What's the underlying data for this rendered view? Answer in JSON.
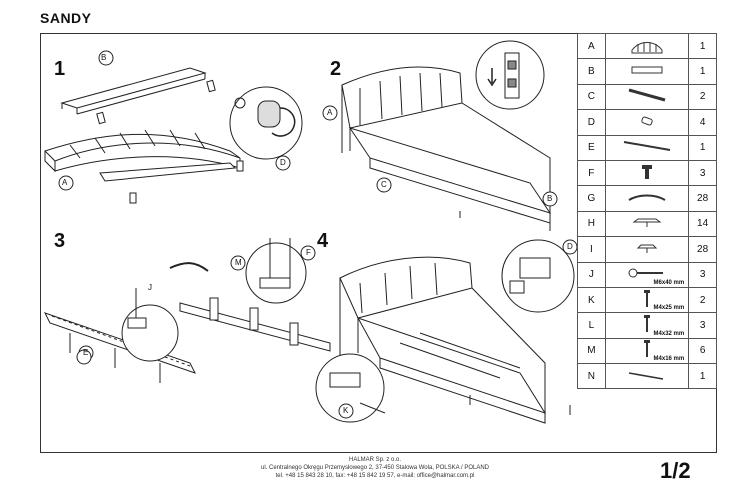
{
  "doc_title": "SANDY",
  "steps": [
    "1",
    "2",
    "3",
    "4"
  ],
  "callouts": [
    "A",
    "B",
    "C",
    "D",
    "E",
    "F",
    "J",
    "K",
    "M"
  ],
  "parts": [
    {
      "letter": "A",
      "qty": "1",
      "icon": "headboard-icon"
    },
    {
      "letter": "B",
      "qty": "1",
      "icon": "footboard-icon"
    },
    {
      "letter": "C",
      "qty": "2",
      "icon": "side-rail-icon"
    },
    {
      "letter": "D",
      "qty": "4",
      "icon": "leg-icon"
    },
    {
      "letter": "E",
      "qty": "1",
      "icon": "center-beam-icon"
    },
    {
      "letter": "F",
      "qty": "3",
      "icon": "support-leg-icon"
    },
    {
      "letter": "G",
      "qty": "28",
      "icon": "slat-icon"
    },
    {
      "letter": "H",
      "qty": "14",
      "icon": "double-slat-holder-icon"
    },
    {
      "letter": "I",
      "qty": "28",
      "icon": "slat-holder-icon"
    },
    {
      "letter": "J",
      "qty": "3",
      "icon": "bolt-icon",
      "size": "M6x40 mm"
    },
    {
      "letter": "K",
      "qty": "2",
      "icon": "screw-icon",
      "size": "M4x25 mm"
    },
    {
      "letter": "L",
      "qty": "3",
      "icon": "screw-icon",
      "size": "M4x32 mm"
    },
    {
      "letter": "M",
      "qty": "6",
      "icon": "screw-icon",
      "size": "M4x16 mm"
    },
    {
      "letter": "N",
      "qty": "1",
      "icon": "allen-key-icon"
    }
  ],
  "footer": {
    "company": "HALMAR Sp. z o.o.",
    "address": "ul. Centralnego Okręgu Przemysłowego 2, 37-450 Stalowa Wola, POLSKA / POLAND",
    "contact": "tel. +48 15 843 28 10, fax: +48 15 842 19 57, e-mail: office@halmar.com.pl"
  },
  "page_number": "1/2"
}
